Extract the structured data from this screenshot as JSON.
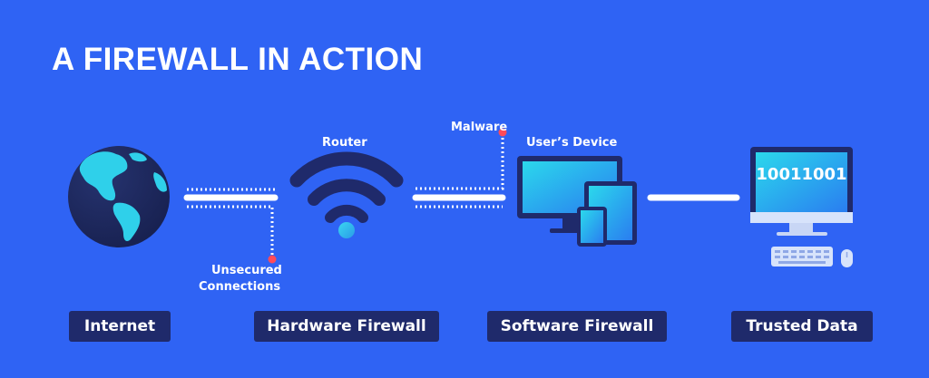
{
  "title": "A FIREWALL IN ACTION",
  "labels": {
    "router": "Router",
    "malware": "Malware",
    "user_device": "User’s Device",
    "unsecured_line1": "Unsecured",
    "unsecured_line2": "Connections",
    "binary": "10011001"
  },
  "stages": {
    "internet": "Internet",
    "hardware_firewall": "Hardware Firewall",
    "software_firewall": "Software Firewall",
    "trusted_data": "Trusted Data"
  },
  "colors": {
    "background": "#2f63f4",
    "navy": "#1f2a6b",
    "red_dot": "#ff4a5a",
    "screen_cyan": "#1fd3e6"
  },
  "icons": [
    "globe-icon",
    "wifi-router-icon",
    "devices-icon",
    "desktop-computer-icon"
  ]
}
